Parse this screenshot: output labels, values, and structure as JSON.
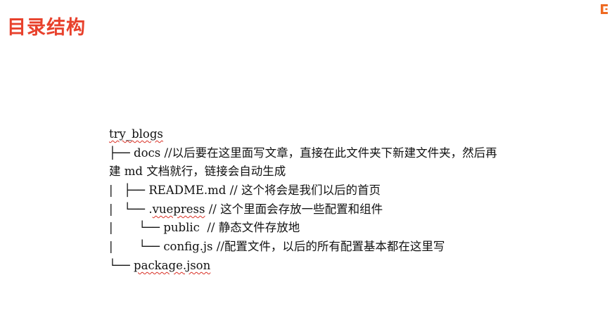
{
  "slide": {
    "title": "目录结构",
    "title_color": "#e8412c",
    "accent_color": "#ef6a22",
    "spellcheck_color": "#d93025",
    "logo_icon": "brand-logo-icon"
  },
  "tree": {
    "lines": [
      {
        "segments": [
          {
            "text": "try_blogs",
            "squiggle": true
          }
        ]
      },
      {
        "segments": [
          {
            "text": "├── docs //以后要在这里面写文章，直接在此文件夹下新建文件夹，然后再"
          }
        ]
      },
      {
        "segments": [
          {
            "text": "建 md 文档就行，链接会自动生成"
          }
        ]
      },
      {
        "segments": [
          {
            "text": "|   ├── README.md // 这个将会是我们以后的首页"
          }
        ]
      },
      {
        "segments": [
          {
            "text": "|   └── ."
          },
          {
            "text": "vuepress",
            "squiggle": true
          },
          {
            "text": " // 这个里面会存放一些配置和组件"
          }
        ]
      },
      {
        "segments": [
          {
            "text": "|       └── public  // 静态文件存放地"
          }
        ]
      },
      {
        "segments": [
          {
            "text": "|       └── config.js //配置文件，以后的所有配置基本都在这里写"
          }
        ]
      },
      {
        "segments": [
          {
            "text": "└── "
          },
          {
            "text": "package.json",
            "squiggle": true
          }
        ]
      }
    ]
  }
}
